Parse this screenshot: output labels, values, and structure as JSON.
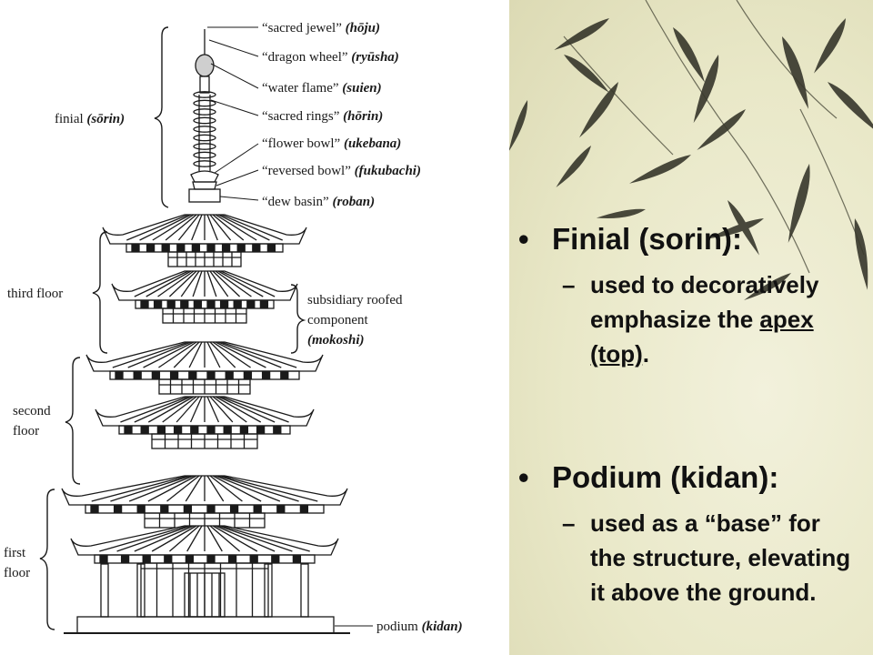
{
  "diagram": {
    "labels": {
      "hoju": [
        "“sacred jewel”",
        "(hōju)"
      ],
      "ryusha": [
        "“dragon wheel”",
        "(ryūsha)"
      ],
      "suien": [
        "“water flame”",
        "(suien)"
      ],
      "horin": [
        "“sacred rings”",
        "(hōrin)"
      ],
      "ukebana": [
        "“flower bowl”",
        "(ukebana)"
      ],
      "fukubachi": [
        "“reversed bowl”",
        "(fukubachi)"
      ],
      "roban": [
        "“dew basin”",
        "(roban)"
      ],
      "finial": [
        "finial",
        "(sōrin)"
      ],
      "third_floor": "third floor",
      "mokoshi": [
        "subsidiary roofed",
        "component",
        "(mokoshi)"
      ],
      "second_floor": [
        "second",
        "floor"
      ],
      "first_floor": [
        "first",
        "floor"
      ],
      "podium": [
        "podium",
        "(kidan)"
      ]
    }
  },
  "slide": {
    "finial": {
      "heading": "Finial (sorin):",
      "text_before": "used to decoratively emphasize the ",
      "underlined": "apex (top)",
      "text_after": "."
    },
    "podium": {
      "heading": "Podium (kidan):",
      "text": "used as a “base” for the structure, elevating it above the ground."
    }
  },
  "colors": {
    "ink": "#1a1a1a",
    "panel_bg": "#e9e8c8",
    "bamboo": "#2c2c22"
  }
}
